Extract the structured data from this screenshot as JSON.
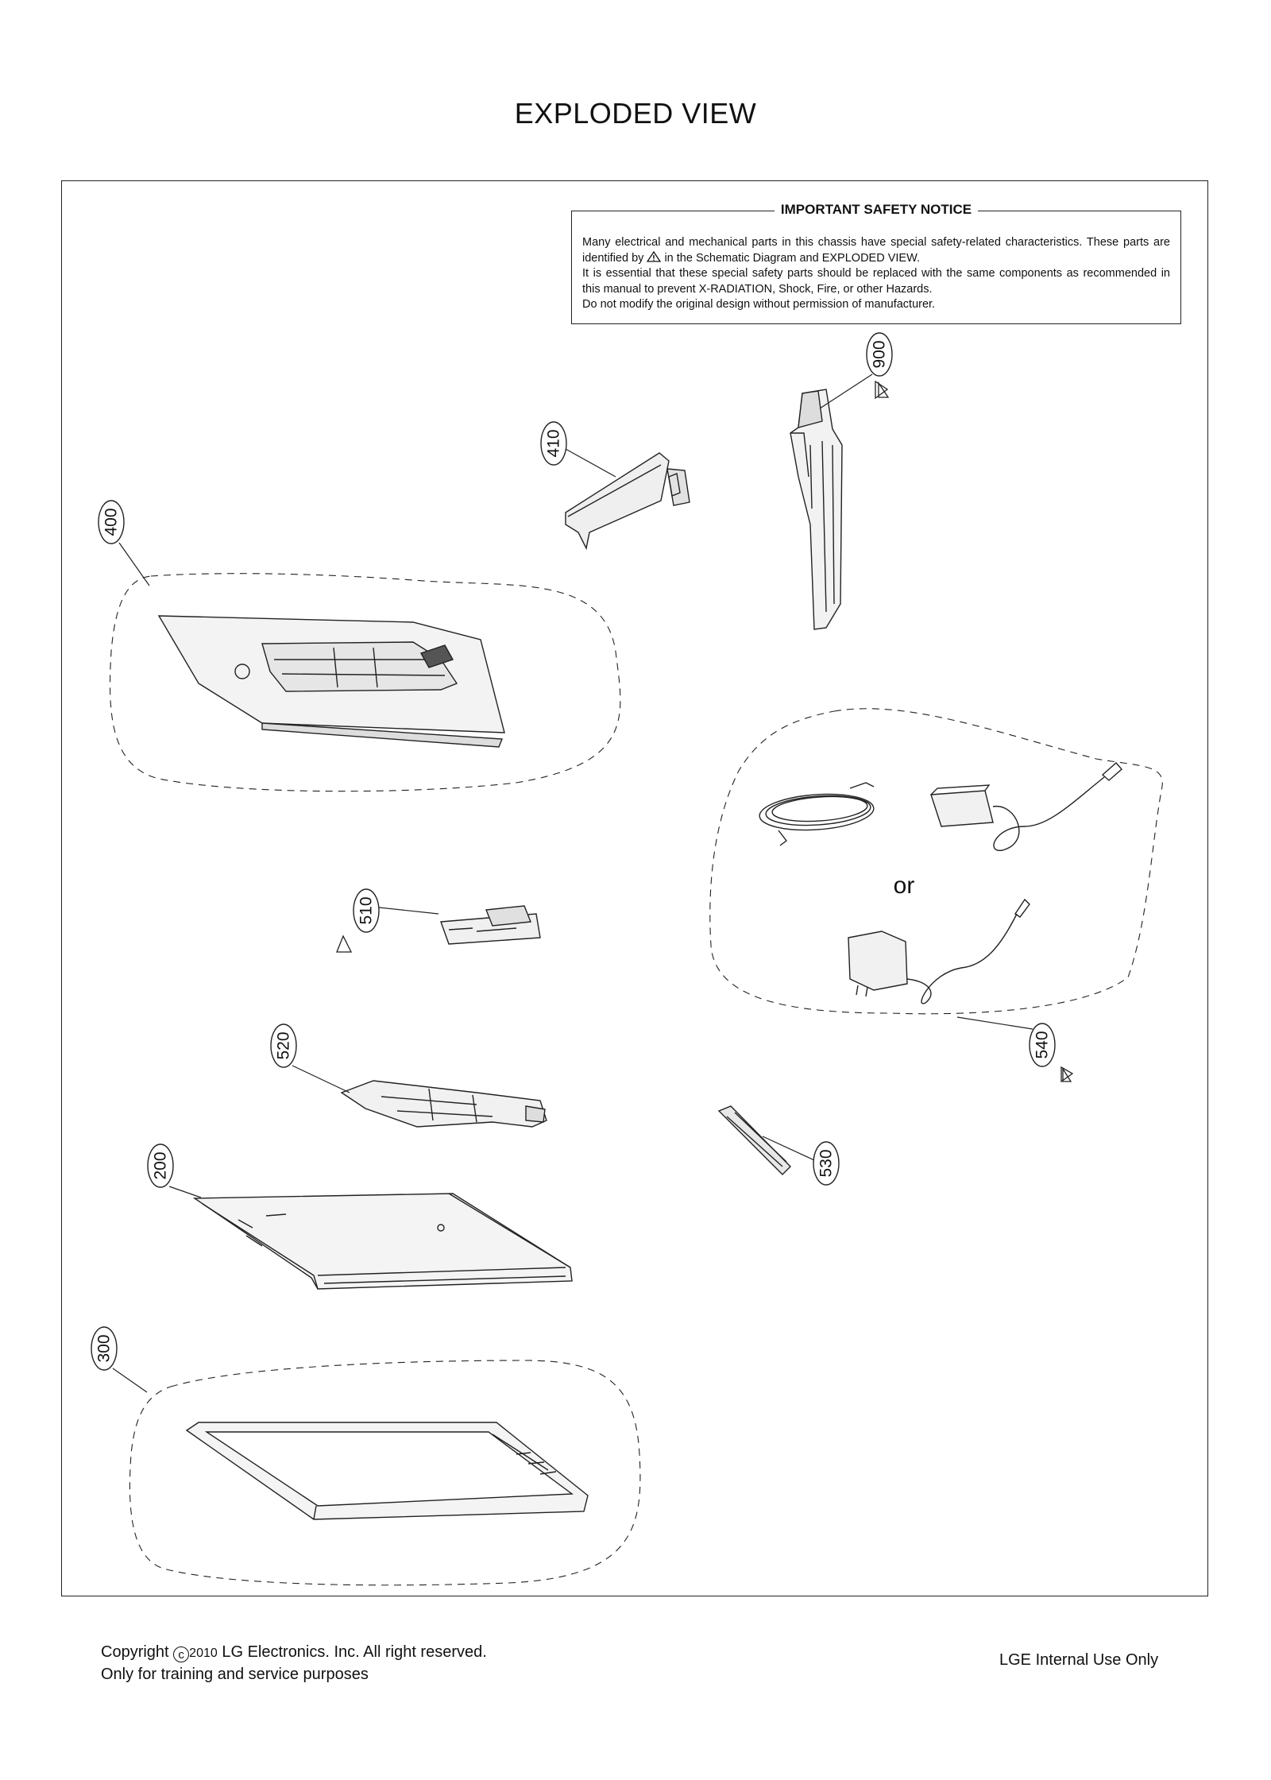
{
  "title": "EXPLODED VIEW",
  "notice": {
    "heading": "IMPORTANT SAFETY NOTICE",
    "line1_before": "Many electrical and mechanical parts in this chassis have special safety-related characteristics. These parts are identified by",
    "line1_after": "in the Schematic Diagram and EXPLODED VIEW.",
    "line2": "It is essential that these special safety parts should be replaced with the same components as recommended in this manual to prevent X-RADIATION, Shock, Fire, or other Hazards.",
    "line3": "Do not modify the original design without permission of manufacturer."
  },
  "parts": {
    "p900": "900",
    "p410": "410",
    "p400": "400",
    "p510": "510",
    "p520": "520",
    "p200": "200",
    "p300": "300",
    "p540": "540",
    "p530": "530"
  },
  "or_label": "or",
  "footer": {
    "copyright_word": "Copyright",
    "copyright_symbol": "c",
    "year": "2010",
    "company": "LG Electronics. Inc. All right reserved.",
    "line2": "Only for training and service purposes",
    "right": "LGE Internal Use Only"
  }
}
